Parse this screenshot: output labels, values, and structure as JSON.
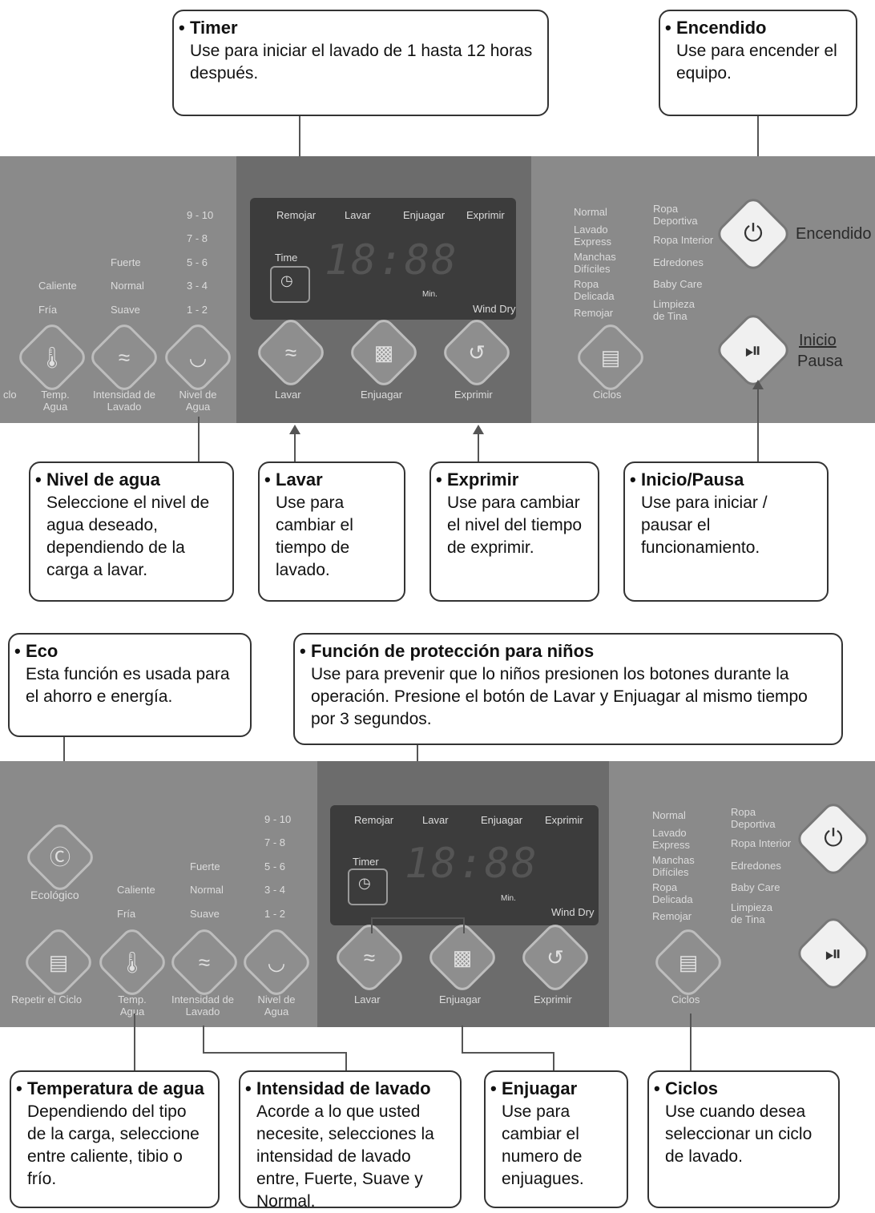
{
  "callouts": {
    "timer": {
      "title": "Timer",
      "body": "Use para iniciar el lavado de 1 hasta 12 horas después."
    },
    "encendido": {
      "title": "Encendido",
      "body": "Use para encender el equipo."
    },
    "nivel": {
      "title": "Nivel de agua",
      "body": "Seleccione el nivel de agua deseado, dependiendo de la carga a lavar."
    },
    "lavar": {
      "title": "Lavar",
      "body": "Use para cambiar el tiempo de lavado."
    },
    "exprimir": {
      "title": "Exprimir",
      "body": "Use para cambiar el nivel del tiempo de exprimir."
    },
    "inicio": {
      "title": "Inicio/Pausa",
      "body": "Use para iniciar / pausar el funcionamiento."
    },
    "eco": {
      "title": "Eco",
      "body": "Esta función es usada para el ahorro e energía."
    },
    "proteccion": {
      "title": "Función de protección para niños",
      "body": "Use para prevenir que lo niños presionen los botones durante la operación. Presione el botón de Lavar y Enjuagar al mismo tiempo por 3 segundos."
    },
    "temperatura": {
      "title": "Temperatura de agua",
      "body": "Dependiendo del tipo de la carga, seleccione entre caliente, tibio o frío."
    },
    "intensidad": {
      "title": "Intensidad de lavado",
      "body": "Acorde a lo que usted necesite, selecciones la intensidad de lavado entre, Fuerte, Suave y Normal."
    },
    "enjuagar": {
      "title": "Enjuagar",
      "body": "Use para cambiar el numero de enjuagues."
    },
    "ciclos": {
      "title": "Ciclos",
      "body": "Use cuando desea seleccionar un ciclo de lavado."
    }
  },
  "panel": {
    "stages": [
      "Remojar",
      "Lavar",
      "Enjuagar",
      "Exprimir"
    ],
    "display_digits": "18:88",
    "min_label": "Min.",
    "wind_dry": "Wind Dry",
    "timer_label_top": "Time",
    "timer_label_bot": "Timer",
    "temp_options": [
      "Caliente",
      "Fría"
    ],
    "intensity_options": [
      "Fuerte",
      "Normal",
      "Suave"
    ],
    "level_options": [
      "9 - 10",
      "7 - 8",
      "5 - 6",
      "3 - 4",
      "1 - 2"
    ],
    "cycles_left": [
      "Normal",
      "Lavado Express",
      "Manchas Difíciles",
      "Ropa Delicada",
      "Remojar"
    ],
    "cycles_right": [
      "Ropa Deportiva",
      "Ropa Interior",
      "Edredones",
      "Baby Care",
      "Limpieza de Tina"
    ],
    "cycles_right_bot": [
      "Ropa Deportiva",
      "Ropa Interior",
      "Edredones",
      "Baby Care",
      "Limpieza de Tina"
    ],
    "btn_labels_top": [
      "clo",
      "Temp. Agua",
      "Intensidad de Lavado",
      "Nivel de Agua",
      "Lavar",
      "Enjuagar",
      "Exprimir",
      "Ciclos"
    ],
    "btn_labels_bot": [
      "Repetir el Ciclo",
      "Temp. Agua",
      "Intensidad de Lavado",
      "Nivel de Agua",
      "Lavar",
      "Enjuagar",
      "Exprimir",
      "Ciclos"
    ],
    "eco_label": "Ecológico",
    "encendido_label": "Encendido",
    "inicio_label": "Inicio",
    "pausa_label": "Pausa"
  },
  "colors": {
    "panel": "#8a8a8a",
    "display": "#6c6c6c",
    "lcd": "#3c3c3c",
    "border": "#333333"
  }
}
